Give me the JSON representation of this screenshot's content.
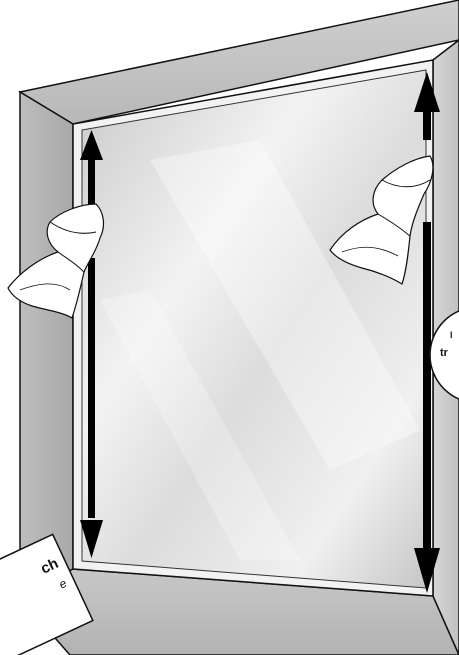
{
  "illustration": {
    "card_text_large": "ch",
    "card_text_small": "e",
    "badge_text_top": "l",
    "badge_text_bottom": "tr"
  },
  "colors": {
    "frame": "#c4c4c4",
    "frame_light": "#dedede",
    "frame_dark": "#9a9a9a",
    "glass": "#e6e6e6",
    "outline": "#111111",
    "arrow": "#000000",
    "cloth": "#ffffff"
  },
  "icons": {
    "left_cloth": "cleaning-cloth-icon",
    "right_cloth": "cleaning-cloth-icon",
    "left_arrow": "double-arrow-vertical-icon",
    "right_arrow": "double-arrow-vertical-icon"
  }
}
